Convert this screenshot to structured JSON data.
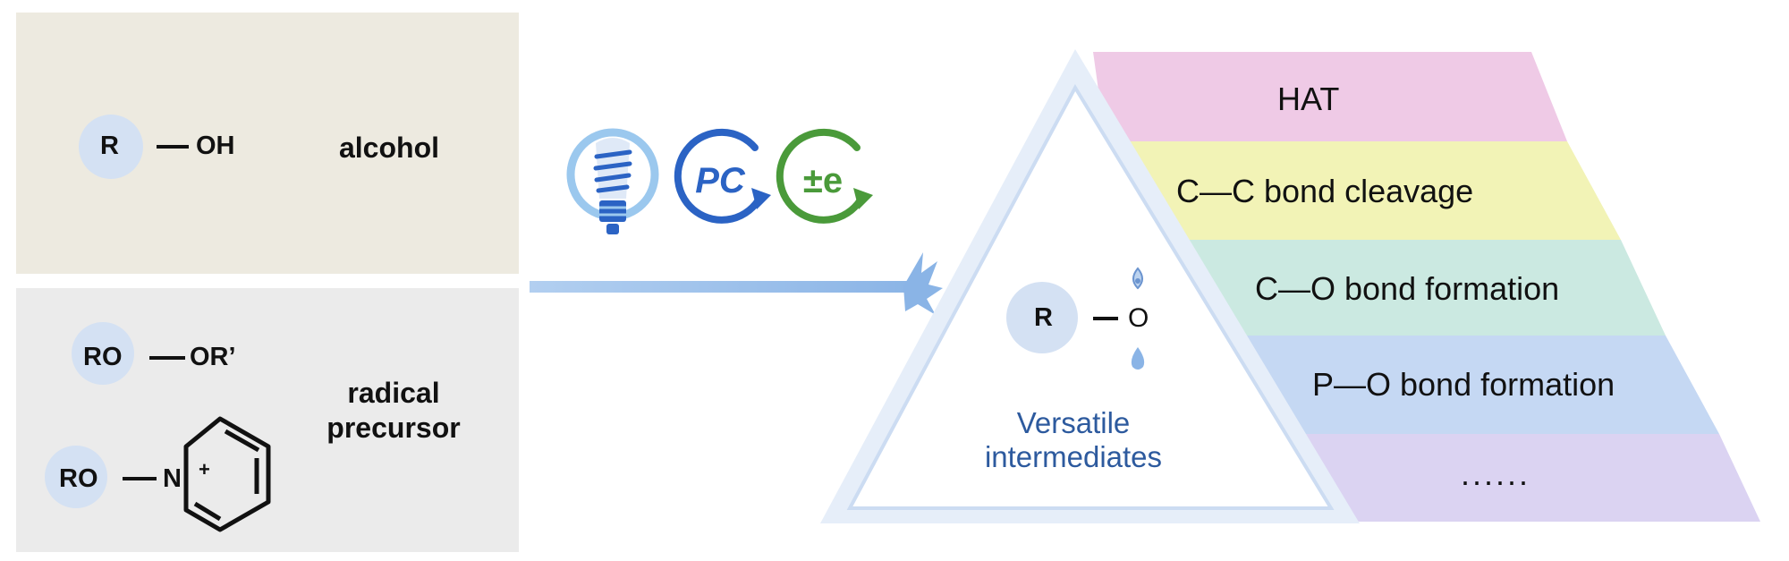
{
  "substrates": {
    "alcohol": {
      "r_group": "R",
      "oh": "OH",
      "label": "alcohol"
    },
    "precursor": {
      "peroxide_left": "RO",
      "peroxide_right": "OR’",
      "pyridinium_left": "RO",
      "pyridinium_n": "N",
      "pyridinium_charge": "+",
      "label_line1": "radical",
      "label_line2": "precursor"
    }
  },
  "activation": {
    "icons": [
      "lightbulb-icon",
      "photocatalyst-cycle-icon",
      "electron-transfer-cycle-icon"
    ],
    "pc_label": "PC",
    "electron_label": "±e",
    "colors": {
      "light": "#2b63c4",
      "pc": "#2b63c4",
      "electron": "#4a9a3a"
    }
  },
  "intermediate": {
    "r_group": "R",
    "o_atom": "O",
    "caption_line1": "Versatile",
    "caption_line2": "intermediates"
  },
  "transformations": [
    {
      "label": "HAT",
      "color": "#efcae6"
    },
    {
      "label": "C—C bond cleavage",
      "color": "#f2f3b6"
    },
    {
      "label": "C—O bond formation",
      "color": "#cbe9e1"
    },
    {
      "label": "P—O bond formation",
      "color": "#c5d8f3"
    },
    {
      "label": "......",
      "color": "#dbd3f2"
    }
  ]
}
